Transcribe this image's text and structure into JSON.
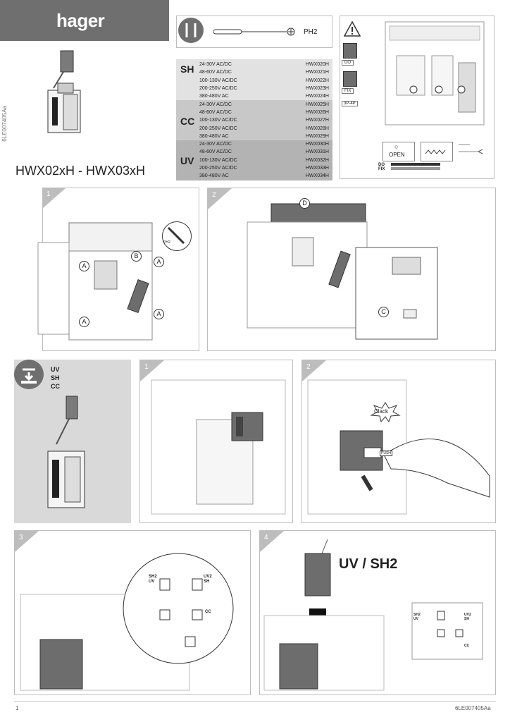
{
  "brand": "hager",
  "title": "HWX02xH - HWX03xH",
  "doc_ref": "6LE007405Aa",
  "tool_label": "PH2",
  "spec_groups": [
    {
      "code": "SH",
      "rows": [
        [
          "24-30V AC/DC",
          "HWX020H"
        ],
        [
          "48-60V AC/DC",
          "HWX021H"
        ],
        [
          "100-130V AC/DC",
          "HWX022H"
        ],
        [
          "200-250V AC/DC",
          "HWX023H"
        ],
        [
          "380-480V AC",
          "HWX024H"
        ]
      ]
    },
    {
      "code": "CC",
      "rows": [
        [
          "24-30V AC/DC",
          "HWX025H"
        ],
        [
          "48-60V AC/DC",
          "HWX026H"
        ],
        [
          "100-130V AC/DC",
          "HWX027H"
        ],
        [
          "200-250V AC/DC",
          "HWX028H"
        ],
        [
          "380-480V AC",
          "HWX029H"
        ]
      ]
    },
    {
      "code": "UV",
      "rows": [
        [
          "24-30V AC/DC",
          "HWX030H"
        ],
        [
          "48-60V AC/DC",
          "HWX031H"
        ],
        [
          "100-130V AC/DC",
          "HWX032H"
        ],
        [
          "200-250V AC/DC",
          "HWX033H"
        ],
        [
          "380-480V AC",
          "HWX034H"
        ]
      ]
    }
  ],
  "warning_panel": {
    "tags": [
      "DO",
      "FIX",
      "3P-4P"
    ],
    "legend": [
      "OPEN"
    ],
    "marks": [
      "DO",
      "FIX"
    ]
  },
  "removal": {
    "step1": "1",
    "step2": "2",
    "tool_tag": "PH2",
    "letters": [
      "A",
      "A",
      "A",
      "A",
      "B",
      "C",
      "D"
    ]
  },
  "install": {
    "labels": [
      "UV",
      "SH",
      "CC"
    ],
    "step1": "1",
    "step2": "2",
    "step3": "3",
    "step4": "4",
    "clack": "Clack",
    "push_tag": "PUSH",
    "uv_sh2": "UV / SH2",
    "slot_labels": [
      "SH2",
      "UV",
      "UV2",
      "SH",
      "CC"
    ]
  },
  "page_number": "1"
}
